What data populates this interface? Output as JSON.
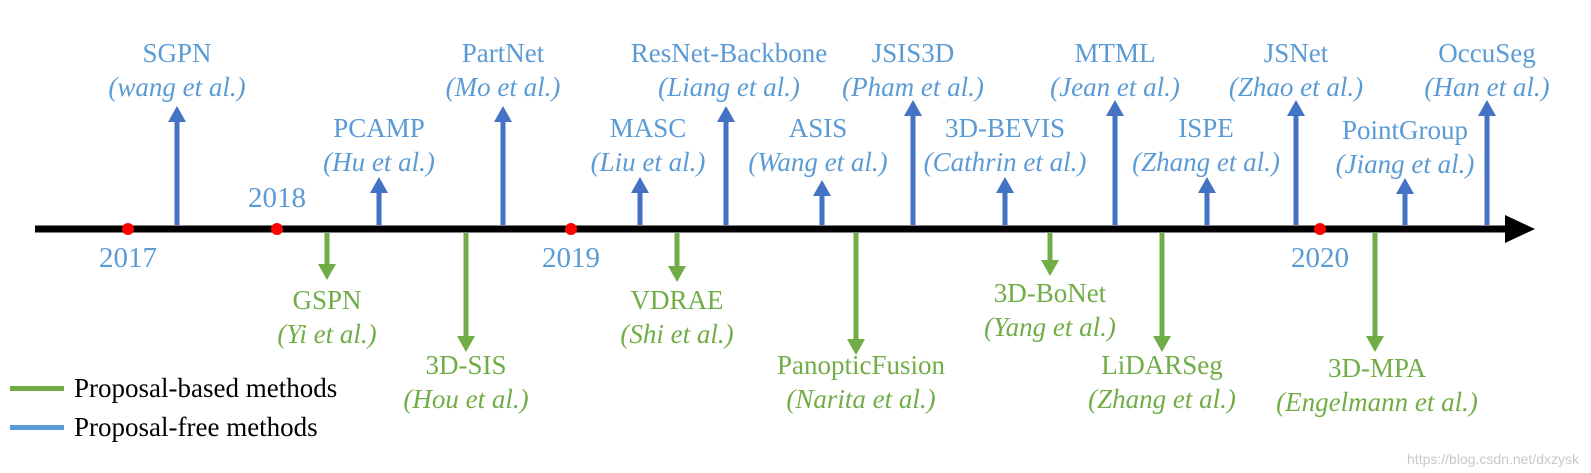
{
  "colors": {
    "proposal_free": "#4472c4",
    "proposal_based": "#70ad47",
    "year_text": "#5b9bd5",
    "free_text": "#5b9bd5",
    "based_text": "#70ad47",
    "axis": "#000000",
    "year_dot": "#ff0000"
  },
  "years": [
    "2017",
    "2018",
    "2019",
    "2020"
  ],
  "methods_above": [
    {
      "name": "SGPN",
      "authors": "(wang et al.)"
    },
    {
      "name": "PCAMP",
      "authors": "(Hu et al.)"
    },
    {
      "name": "PartNet",
      "authors": "(Mo et al.)"
    },
    {
      "name": "MASC",
      "authors": "(Liu et al.)"
    },
    {
      "name": "ResNet-Backbone",
      "authors": "(Liang et al.)"
    },
    {
      "name": "ASIS",
      "authors": "(Wang et al.)"
    },
    {
      "name": "JSIS3D",
      "authors": "(Pham et al.)"
    },
    {
      "name": "3D-BEVIS",
      "authors": "(Cathrin et al.)"
    },
    {
      "name": "MTML",
      "authors": "(Jean et al.)"
    },
    {
      "name": "ISPE",
      "authors": "(Zhang et al.)"
    },
    {
      "name": "JSNet",
      "authors": "(Zhao et al.)"
    },
    {
      "name": "PointGroup",
      "authors": "(Jiang et al.)"
    },
    {
      "name": "OccuSeg",
      "authors": "(Han et al.)"
    }
  ],
  "methods_below": [
    {
      "name": "GSPN",
      "authors": "(Yi et al.)"
    },
    {
      "name": "3D-SIS",
      "authors": "(Hou et al.)"
    },
    {
      "name": "VDRAE",
      "authors": "(Shi et al.)"
    },
    {
      "name": "PanopticFusion",
      "authors": "(Narita et al.)"
    },
    {
      "name": "3D-BoNet",
      "authors": "(Yang et al.)"
    },
    {
      "name": "LiDARSeg",
      "authors": "(Zhang et al.)"
    },
    {
      "name": "3D-MPA",
      "authors": "(Engelmann et al.)"
    }
  ],
  "legend": {
    "based": "Proposal-based methods",
    "free": "Proposal-free methods"
  },
  "watermark": "https://blog.csdn.net/dxzysk"
}
